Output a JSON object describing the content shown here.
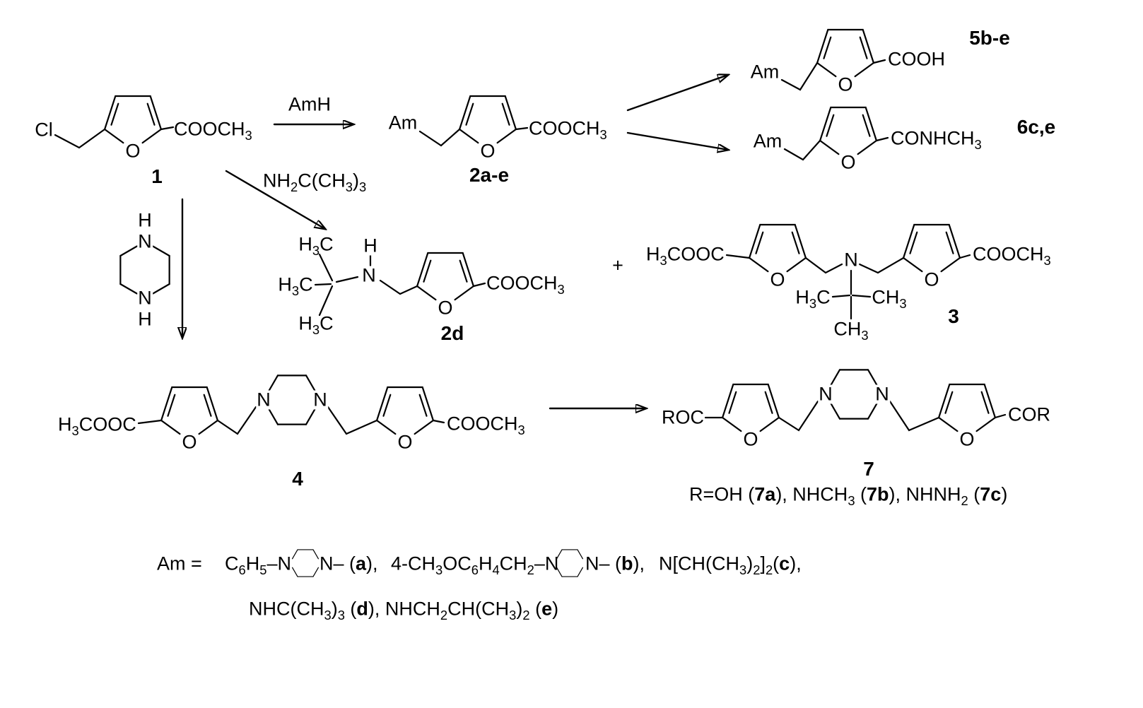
{
  "colors": {
    "ink": "#000000",
    "background": "#ffffff"
  },
  "scheme": {
    "atoms": {
      "O": "O",
      "N": "N",
      "H": "H",
      "Cl": "Cl"
    },
    "groups": {
      "ester": "COOCH_3",
      "acid": "COOH",
      "methylamide": "CONHCH_3",
      "am": "Am",
      "h3c": "H_3C",
      "ch3": "CH_3",
      "diester_left": "H_3COOC",
      "roc": "ROC",
      "cor": "COR"
    },
    "reagents": {
      "amh": "AmH",
      "tert_butylamine": "NH_2C(CH_3)_3"
    },
    "operators": {
      "plus": "+"
    },
    "compound_labels": {
      "c1": "1",
      "c2": "2a-e",
      "c2d": "2d",
      "c3": "3",
      "c4": "4",
      "c5": "5b-e",
      "c6": "6c,e",
      "c7": "7"
    },
    "legend": {
      "r_definition": "R=OH (*7a*), NHCH_3 (*7b*), NHNH_2 (*7c*)",
      "am_equals": "Am =",
      "am_a_left": "C_6H_5–N",
      "am_a_right": "N– (*a*),",
      "am_b_left": "4-CH_3OC_6H_4CH_2–N",
      "am_b_right": "N– (*b*),",
      "am_c": "N[CH(CH_3)_2]_2(*c*),",
      "am_de": "NHC(CH_3)_3 (*d*), NHCH_2CH(CH_3)_2 (*e*)"
    }
  }
}
